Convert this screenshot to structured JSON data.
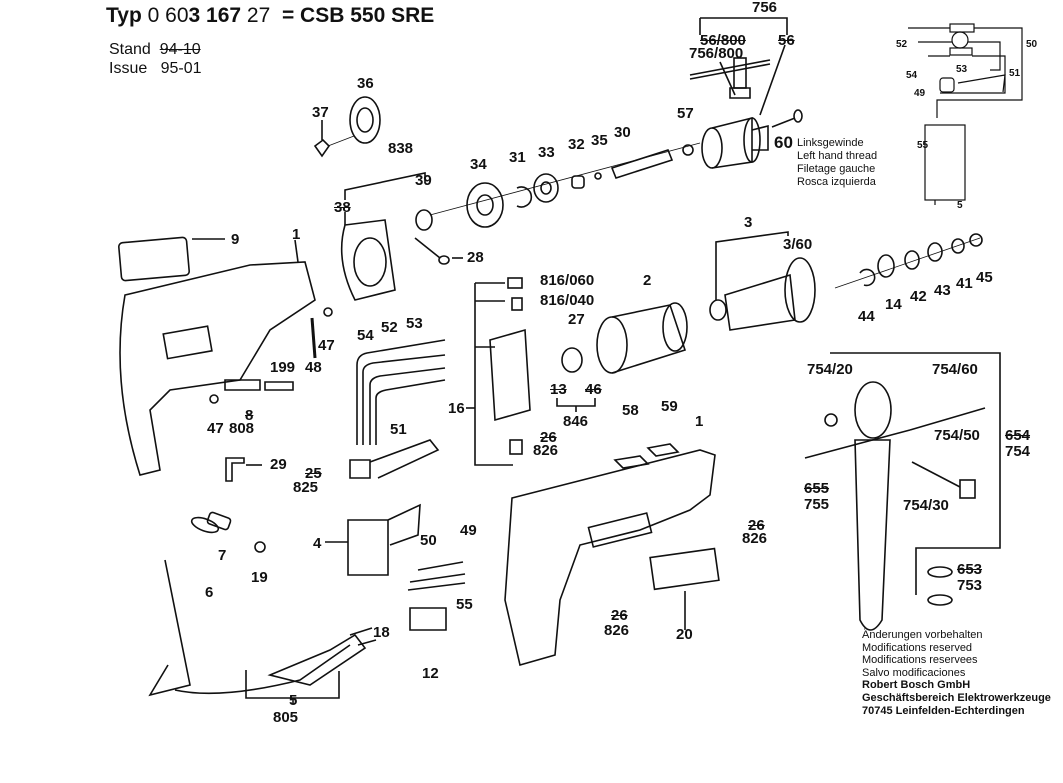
{
  "header": {
    "typ_prefix": "Typ",
    "typ_number_a": "0 60",
    "typ_number_b": "3 167",
    "typ_number_c": "27",
    "model": "= CSB 550 SRE",
    "stand_label": "Stand",
    "stand_value": "94-10",
    "issue_label": "Issue",
    "issue_value": "95-01"
  },
  "thread_note": {
    "part": "60",
    "lines": [
      "Linksgewinde",
      "Left hand thread",
      "Filetage gauche",
      "Rosca izquierda"
    ]
  },
  "footer": {
    "lines": [
      "Änderungen vorbehalten",
      "Modifications reserved",
      "Modifications reservees",
      "Salvo modificaciones"
    ],
    "company_lines": [
      "Robert Bosch GmbH",
      "Geschäftsbereich Elektrowerkzeuge",
      "70745 Leinfelden-Echterdingen"
    ]
  },
  "labels": [
    {
      "text": "756",
      "obsolete": false
    },
    {
      "text": "56/800",
      "obsolete": true
    },
    {
      "text": "756/800",
      "obsolete": false
    },
    {
      "text": "56",
      "obsolete": true
    },
    {
      "text": "36",
      "obsolete": false
    },
    {
      "text": "37",
      "obsolete": false
    },
    {
      "text": "838",
      "obsolete": false
    },
    {
      "text": "39",
      "obsolete": false
    },
    {
      "text": "38",
      "obsolete": true
    },
    {
      "text": "34",
      "obsolete": false
    },
    {
      "text": "31",
      "obsolete": false
    },
    {
      "text": "33",
      "obsolete": false
    },
    {
      "text": "32",
      "obsolete": false
    },
    {
      "text": "35",
      "obsolete": false
    },
    {
      "text": "30",
      "obsolete": false
    },
    {
      "text": "57",
      "obsolete": false
    },
    {
      "text": "28",
      "obsolete": false
    },
    {
      "text": "9",
      "obsolete": false
    },
    {
      "text": "1",
      "obsolete": false
    },
    {
      "text": "47",
      "obsolete": false
    },
    {
      "text": "48",
      "obsolete": false
    },
    {
      "text": "199",
      "obsolete": false
    },
    {
      "text": "47",
      "obsolete": false
    },
    {
      "text": "8",
      "obsolete": true
    },
    {
      "text": "808",
      "obsolete": false
    },
    {
      "text": "3",
      "obsolete": false
    },
    {
      "text": "3/60",
      "obsolete": false
    },
    {
      "text": "44",
      "obsolete": false
    },
    {
      "text": "14",
      "obsolete": false
    },
    {
      "text": "42",
      "obsolete": false
    },
    {
      "text": "43",
      "obsolete": false
    },
    {
      "text": "41",
      "obsolete": false
    },
    {
      "text": "45",
      "obsolete": false
    },
    {
      "text": "816/060",
      "obsolete": false
    },
    {
      "text": "816/040",
      "obsolete": false
    },
    {
      "text": "27",
      "obsolete": false
    },
    {
      "text": "2",
      "obsolete": false
    },
    {
      "text": "16",
      "obsolete": false
    },
    {
      "text": "13",
      "obsolete": true
    },
    {
      "text": "46",
      "obsolete": true
    },
    {
      "text": "846",
      "obsolete": false
    },
    {
      "text": "26",
      "obsolete": true
    },
    {
      "text": "826",
      "obsolete": false
    },
    {
      "text": "54",
      "obsolete": false
    },
    {
      "text": "52",
      "obsolete": false
    },
    {
      "text": "53",
      "obsolete": false
    },
    {
      "text": "51",
      "obsolete": false
    },
    {
      "text": "29",
      "obsolete": false
    },
    {
      "text": "25",
      "obsolete": true
    },
    {
      "text": "825",
      "obsolete": false
    },
    {
      "text": "7",
      "obsolete": false
    },
    {
      "text": "19",
      "obsolete": false
    },
    {
      "text": "6",
      "obsolete": false
    },
    {
      "text": "4",
      "obsolete": false
    },
    {
      "text": "50",
      "obsolete": false
    },
    {
      "text": "49",
      "obsolete": false
    },
    {
      "text": "55",
      "obsolete": false
    },
    {
      "text": "18",
      "obsolete": false
    },
    {
      "text": "12",
      "obsolete": false
    },
    {
      "text": "5",
      "obsolete": false
    },
    {
      "text": "805",
      "obsolete": false
    },
    {
      "text": "58",
      "obsolete": false
    },
    {
      "text": "59",
      "obsolete": false
    },
    {
      "text": "1",
      "obsolete": false
    },
    {
      "text": "26",
      "obsolete": true
    },
    {
      "text": "826",
      "obsolete": false
    },
    {
      "text": "26",
      "obsolete": true
    },
    {
      "text": "826",
      "obsolete": false
    },
    {
      "text": "20",
      "obsolete": false
    },
    {
      "text": "754/20",
      "obsolete": false
    },
    {
      "text": "754/60",
      "obsolete": false
    },
    {
      "text": "754/50",
      "obsolete": false
    },
    {
      "text": "654",
      "obsolete": true
    },
    {
      "text": "754",
      "obsolete": false
    },
    {
      "text": "655",
      "obsolete": true
    },
    {
      "text": "755",
      "obsolete": false
    },
    {
      "text": "754/30",
      "obsolete": false
    },
    {
      "text": "653",
      "obsolete": true
    },
    {
      "text": "753",
      "obsolete": false
    }
  ],
  "wiring_labels": [
    "52",
    "50",
    "54",
    "53",
    "51",
    "49",
    "55",
    "5"
  ]
}
